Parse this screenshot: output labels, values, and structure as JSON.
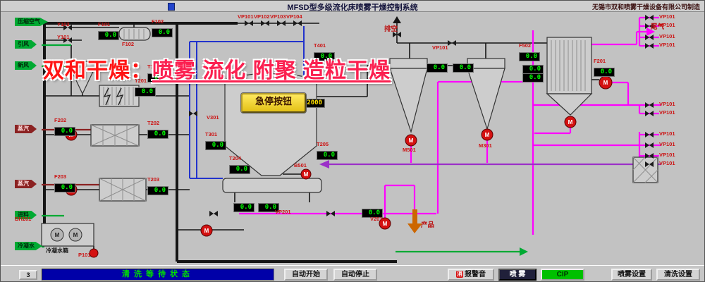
{
  "header": {
    "title": "MFSD型多级流化床喷雾干燥控制系统",
    "manufacturer": "无锡市双和喷雾干燥设备有限公司制造"
  },
  "watermark": {
    "brand": "双和干燥：",
    "slogan": "喷雾 流化 附聚 造粒干燥"
  },
  "flows": [
    {
      "text": "压缩空气"
    },
    {
      "text": "引风"
    },
    {
      "text": "新风"
    },
    {
      "text": "蒸汽"
    },
    {
      "text": "蒸汽"
    },
    {
      "text": "进料"
    },
    {
      "text": "冷凝水"
    }
  ],
  "ports": {
    "vent": "排空",
    "tail_gas": "尾气",
    "product": "产品",
    "tank": "冷凝水箱"
  },
  "displays": [
    {
      "label": "F101",
      "value": "0.0"
    },
    {
      "label": "F102",
      "value": "0.0"
    },
    {
      "label": "T102",
      "value": "0.0"
    },
    {
      "label": "T201",
      "value": "0.0"
    },
    {
      "label": "T401",
      "value": "0.0"
    },
    {
      "label": "F502",
      "value": "0.0"
    },
    {
      "label": "F201",
      "value": "0.0"
    },
    {
      "label": "",
      "value": "0.0"
    },
    {
      "label": "",
      "value": "0.0"
    },
    {
      "label": "T202",
      "value": "0.0"
    },
    {
      "label": "F202",
      "value": "0.0"
    },
    {
      "label": "T301",
      "value": "0.0"
    },
    {
      "label": "T203",
      "value": "0.0"
    },
    {
      "label": "F203",
      "value": "0.0"
    },
    {
      "label": "T204",
      "value": "0.0"
    },
    {
      "label": "T205",
      "value": "0.0"
    },
    {
      "label": "",
      "value": "-2000"
    },
    {
      "label": "",
      "value": "0.0"
    },
    {
      "label": "",
      "value": "0.0"
    },
    {
      "label": "",
      "value": "0.0"
    },
    {
      "label": "",
      "value": "0.0"
    },
    {
      "label": "",
      "value": "0.0"
    }
  ],
  "tags": [
    "Y102",
    "Y101",
    "F102",
    "VP101",
    "VP102",
    "VP103",
    "VP104",
    "VP101",
    "M501",
    "M301",
    "B501",
    "VP201",
    "V301",
    "V201",
    "BH201",
    "P101",
    "VP101",
    "VP101",
    "VP101",
    "VP101",
    "VP101",
    "VP101",
    "VP101",
    "VP101",
    "VP101",
    "VP101"
  ],
  "misc": {
    "motor_label": "M",
    "estop_label": "急停按钮",
    "corner_button": "3"
  },
  "statusbar": {
    "status": "清洗等待状态",
    "buttons": [
      {
        "label": "自动开始"
      },
      {
        "label": "自动停止"
      },
      {
        "icon": "消",
        "label": "报警音"
      },
      {
        "label": "喷 雾"
      },
      {
        "label": "CIP"
      },
      {
        "label": "喷雾设置"
      },
      {
        "label": "清洗设置"
      }
    ]
  },
  "colors": {
    "display_green": "#00ff00",
    "alarm_red": "#cc1111",
    "pipe_magenta": "#ff00ff",
    "pipe_blue": "#2233cc",
    "pipe_green": "#00aa33",
    "pipe_purple": "#9b30c8",
    "status_blue": "#0000a8",
    "cip_green": "#00c000",
    "estop_yellow": "#ffd800"
  }
}
